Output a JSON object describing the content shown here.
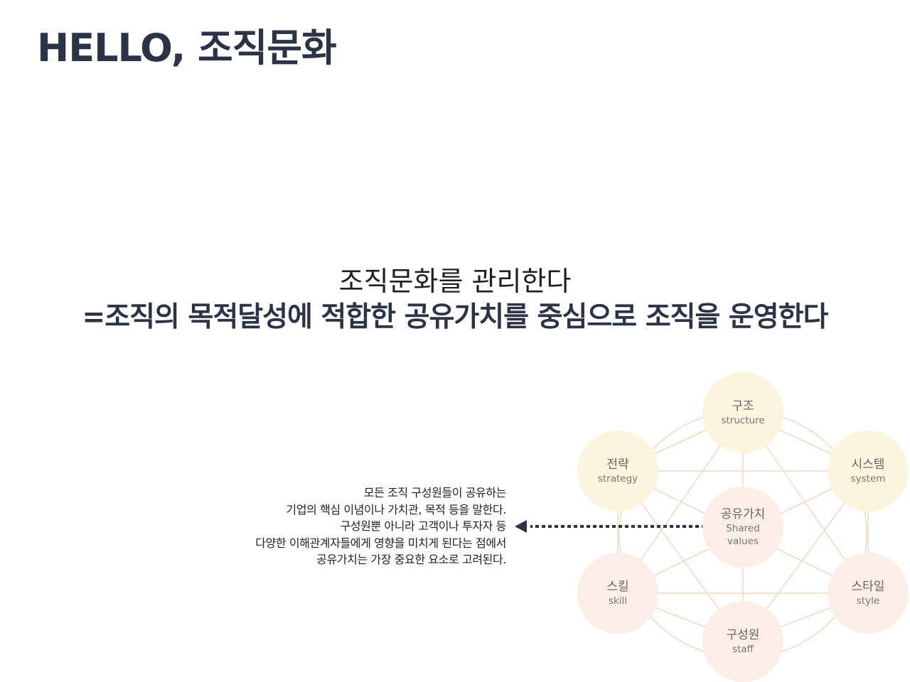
{
  "page": {
    "title": "HELLO, 조직문화"
  },
  "headline": {
    "line1": "조직문화를 관리한다",
    "line2": "=조직의 목적달성에 적합한 공유가치를 중심으로 조직을 운영한다"
  },
  "description": {
    "lines": [
      "모든 조직 구성원들이 공유하는",
      "기업의 핵심 이념이나 가치관, 목적 등을 말한다.",
      "구성원뿐 아니라 고객이나 투자자 등",
      "다양한 이해관계자들에게 영향을 미치게 된다는 점에서",
      "공유가치는 가장 중요한 요소로 고려된다."
    ]
  },
  "diagram": {
    "nodes": {
      "structure": {
        "ko": "구조",
        "en": "structure"
      },
      "strategy": {
        "ko": "전략",
        "en": "strategy"
      },
      "system": {
        "ko": "시스템",
        "en": "system"
      },
      "shared_values": {
        "ko": "공유가치",
        "en_line1": "Shared",
        "en_line2": "values"
      },
      "skill": {
        "ko": "스킬",
        "en": "skill"
      },
      "style": {
        "ko": "스타일",
        "en": "style"
      },
      "staff": {
        "ko": "구성원",
        "en": "staff"
      }
    },
    "colors": {
      "top_node_fill": "#fdf4dd",
      "bottom_node_fill": "#fbeee6",
      "connector_line": "#f0d8c0",
      "arrow": "#2b3446"
    },
    "icons": {
      "arrow": "dotted-arrow-left"
    }
  }
}
